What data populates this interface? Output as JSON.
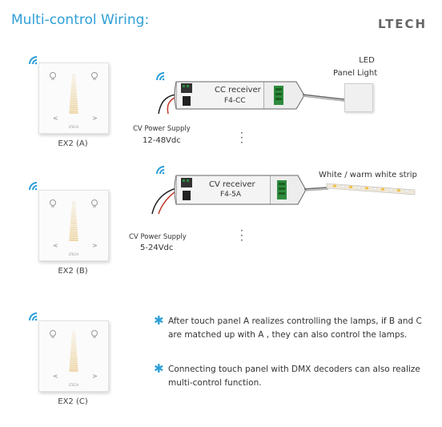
{
  "header": {
    "title": "Multi-control Wiring:",
    "brand": "LTECH"
  },
  "panels": [
    {
      "label": "EX2 (A)",
      "logo": "LTECH"
    },
    {
      "label": "EX2 (B)",
      "logo": "LTECH"
    },
    {
      "label": "EX2 (C)",
      "logo": "LTECH"
    }
  ],
  "receiver_cc": {
    "title": "CC receiver",
    "model": "F4-CC",
    "supply_label": "CV Power Supply",
    "supply_voltage": "12-48Vdc"
  },
  "receiver_cv": {
    "title": "CV receiver",
    "model": "F4-5A",
    "supply_label": "CV Power Supply",
    "supply_voltage": "5-24Vdc"
  },
  "led_panel": {
    "line1": "LED",
    "line2": "Panel Light"
  },
  "strip": {
    "label": "White / warm white strip"
  },
  "notes": [
    {
      "line1": "After touch panel A realizes controlling the lamps, if B and C",
      "line2": "are matched up with A , they can also control the lamps."
    },
    {
      "line1": "Connecting touch panel with DMX decoders can also realize",
      "line2": "multi-control function."
    }
  ],
  "colors": {
    "accent": "#2e9fd8",
    "slider": "#e8c98a"
  }
}
